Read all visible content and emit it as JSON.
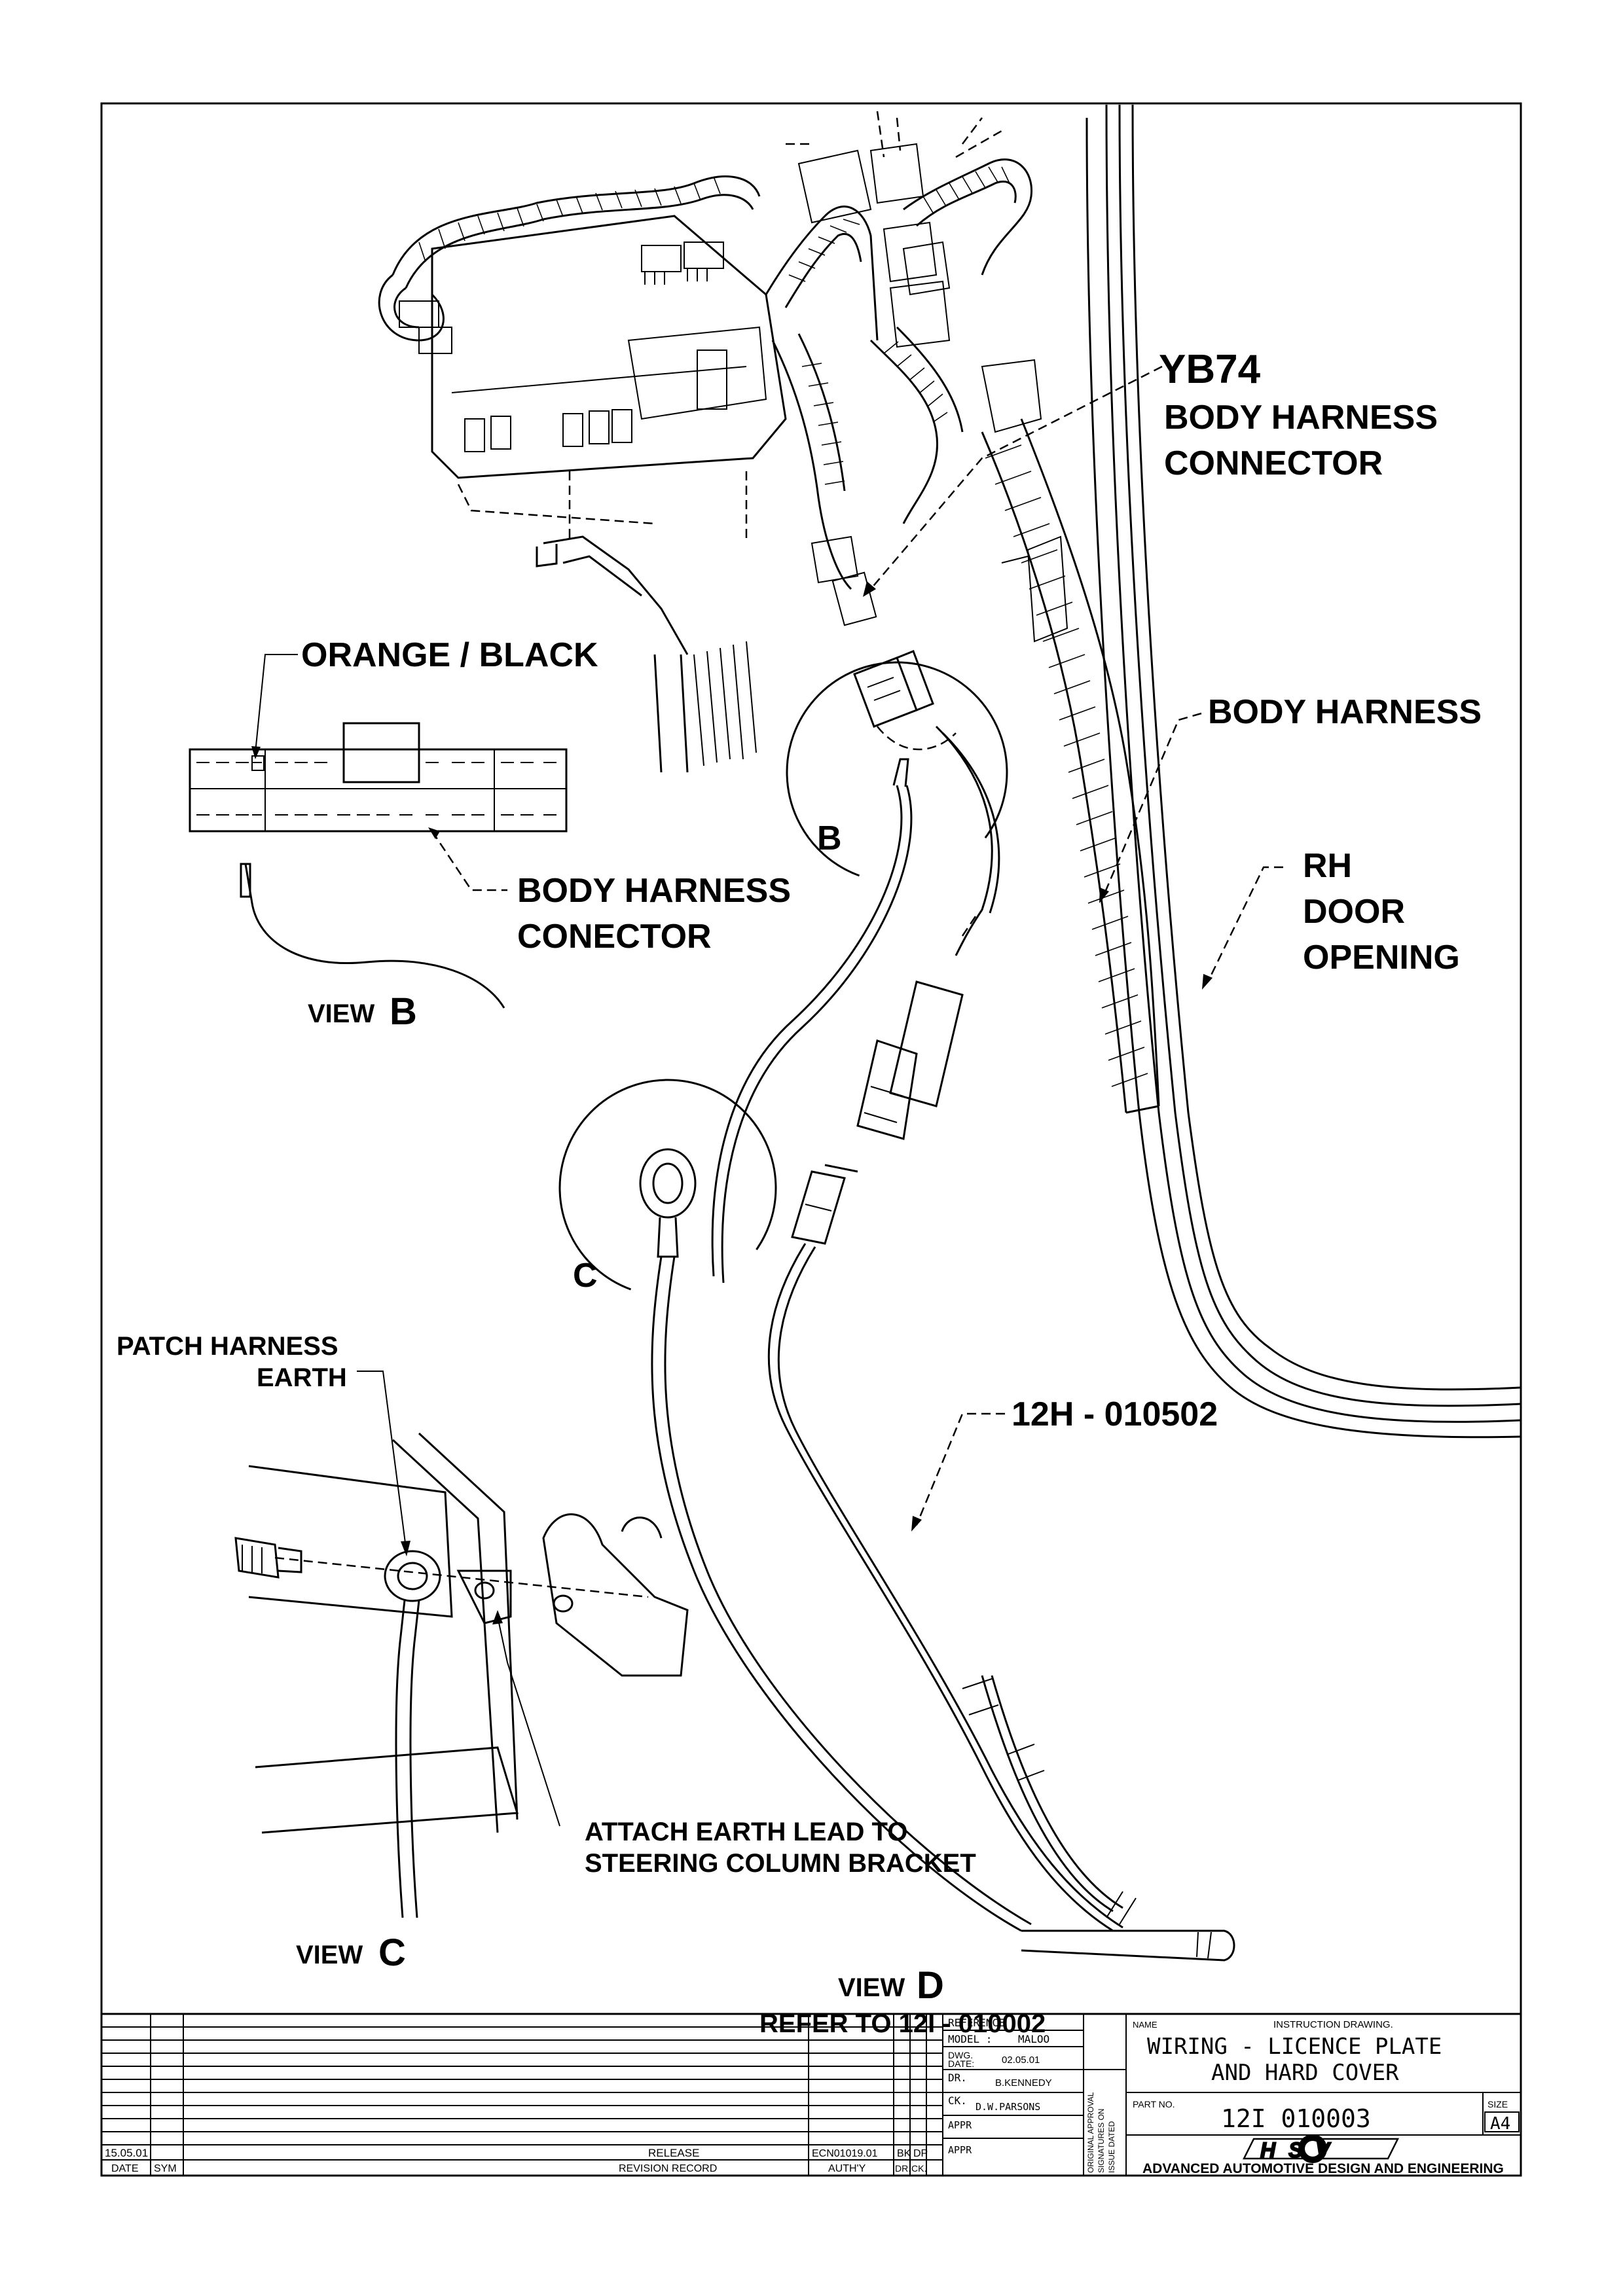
{
  "labels": {
    "yb74": "YB74",
    "yb74_desc_1": "BODY HARNESS",
    "yb74_desc_2": "CONNECTOR",
    "orange_black": "ORANGE / BLACK",
    "body_harness": "BODY HARNESS",
    "rh": "RH",
    "door": "DOOR",
    "opening": "OPENING",
    "bh_conector_1": "BODY HARNESS",
    "bh_conector_2": "CONECTOR",
    "view_b_word": "VIEW",
    "view_b_letter": "B",
    "circle_b": "B",
    "circle_c": "C",
    "patch_1": "PATCH HARNESS",
    "patch_2": "EARTH",
    "part_12h": "12H - 010502",
    "attach_1": "ATTACH EARTH LEAD TO",
    "attach_2": "STEERING COLUMN BRACKET",
    "view_c_word": "VIEW",
    "view_c_letter": "C",
    "view_d_word": "VIEW",
    "view_d_letter": "D",
    "refer": "REFER TO 12I - 010002"
  },
  "title_block": {
    "revision": {
      "date": "15.05.01",
      "description": "RELEASE",
      "authority": "ECN01019.01",
      "dr": "BK",
      "ck": "DP",
      "header_date": "DATE",
      "header_sym": "SYM",
      "header_record": "REVISION RECORD",
      "header_auth": "AUTH'Y",
      "header_dr": "DR.",
      "header_ck": "CK."
    },
    "reference_label": "REFERENCE :",
    "model_label": "MODEL :",
    "model_value": "MALOO",
    "dwg_date_label_1": "DWG.",
    "dwg_date_label_2": "DATE:",
    "dwg_date_value": "02.05.01",
    "dr_label": "DR.",
    "dr_value": "B.KENNEDY",
    "ck_label": "CK.",
    "ck_value": "D.W.PARSONS",
    "appr_label_1": "APPR",
    "appr_label_2": "APPR",
    "original_approval": "ORIGINAL APPROVAL",
    "signatures_on": "SIGNATURES ON",
    "issue_dated": "ISSUE DATED",
    "name_label": "NAME",
    "instruction": "INSTRUCTION DRAWING.",
    "title_1": "WIRING - LICENCE PLATE",
    "title_2": "AND HARD COVER",
    "part_no_label": "PART NO.",
    "part_no": "12I 010003",
    "size_label": "SIZE",
    "size": "A4",
    "logo": "HSV",
    "company": "ADVANCED AUTOMOTIVE DESIGN AND ENGINEERING"
  }
}
